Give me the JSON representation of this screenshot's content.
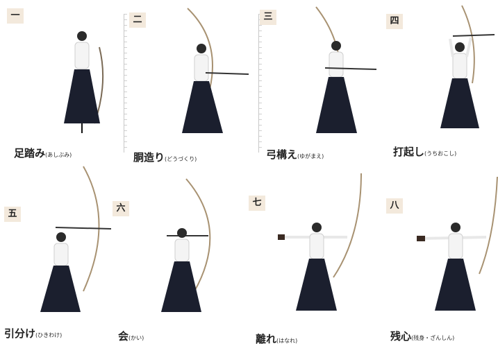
{
  "stages": [
    {
      "number": "一",
      "title": "足踏み",
      "reading": "(あしぶみ)"
    },
    {
      "number": "二",
      "title": "胴造り",
      "reading": "(どうづくり)"
    },
    {
      "number": "三",
      "title": "弓構え",
      "reading": "(ゆがまえ)"
    },
    {
      "number": "四",
      "title": "打起し",
      "reading": "(うちおこし)"
    },
    {
      "number": "五",
      "title": "引分け",
      "reading": "(ひきわけ)"
    },
    {
      "number": "六",
      "title": "会",
      "reading": "(かい)"
    },
    {
      "number": "七",
      "title": "離れ",
      "reading": "(はなれ)"
    },
    {
      "number": "八",
      "title": "残心",
      "reading": "(残身・ざんしん)"
    }
  ],
  "colors": {
    "badge": "#f3e9dc",
    "hakama": "#1b1f2e",
    "text": "#222222"
  }
}
